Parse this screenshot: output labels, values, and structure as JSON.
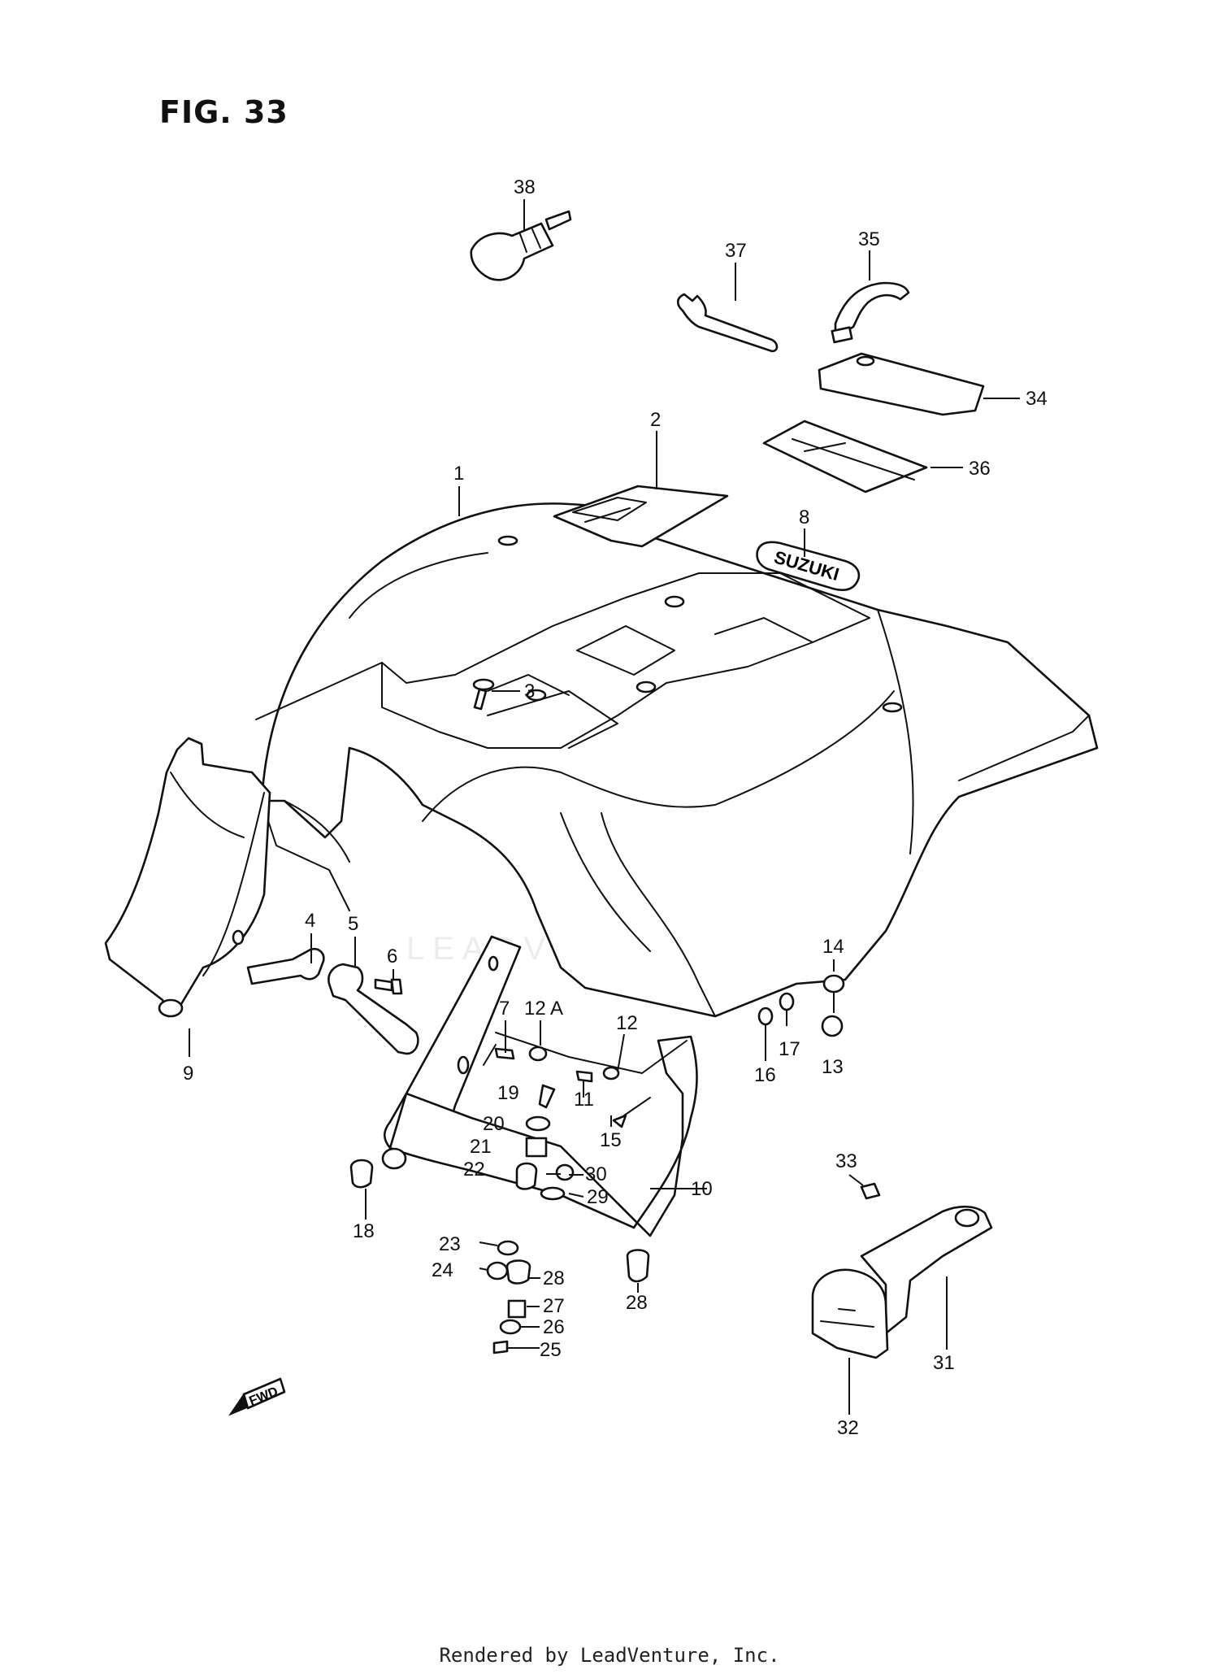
{
  "figure": {
    "title": "FIG. 33"
  },
  "watermark": {
    "text": "LEADVENTURE"
  },
  "footer": {
    "text": "Rendered by LeadVenture, Inc."
  },
  "fwd_arrow": {
    "label": "FWD"
  },
  "emblem": {
    "text": "SUZUKI"
  },
  "labels": {
    "p1": "1",
    "p2": "2",
    "p3": "3",
    "p4": "4",
    "p5": "5",
    "p6": "6",
    "p7": "7",
    "p8": "8",
    "p9": "9",
    "p10": "10",
    "p11": "11",
    "p12": "12",
    "p12a": "12 A",
    "p13": "13",
    "p14": "14",
    "p15": "15",
    "p16": "16",
    "p17": "17",
    "p18": "18",
    "p19": "19",
    "p20": "20",
    "p21": "21",
    "p22": "22",
    "p23": "23",
    "p24": "24",
    "p25": "25",
    "p26": "26",
    "p27": "27",
    "p28a": "28",
    "p28b": "28",
    "p29": "29",
    "p30": "30",
    "p31": "31",
    "p32": "32",
    "p33": "33",
    "p34": "34",
    "p35": "35",
    "p36": "36",
    "p37": "37",
    "p38": "38"
  },
  "colors": {
    "line": "#111111",
    "watermark": "#e6e6e6"
  }
}
